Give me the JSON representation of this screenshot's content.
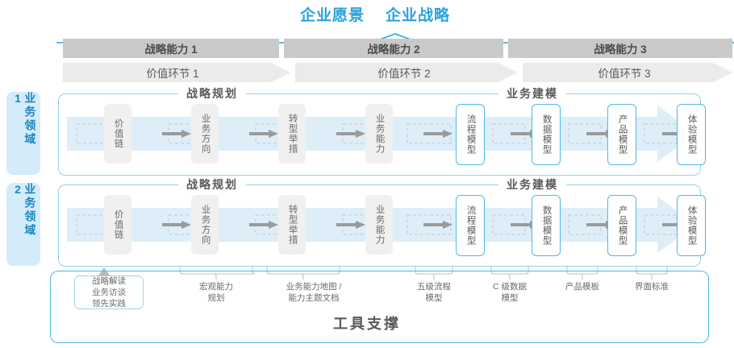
{
  "header": {
    "titles": [
      "企业愿景",
      "企业战略"
    ],
    "accent_color": "#29a3dc"
  },
  "capability_bar": {
    "bar_color": "#c9c9c9",
    "items": [
      {
        "label": "战略能力 1"
      },
      {
        "label": "战略能力 2"
      },
      {
        "label": "战略能力 3"
      }
    ]
  },
  "value_bar": {
    "bar_color": "#ebebeb",
    "items": [
      {
        "label": "价值环节 1"
      },
      {
        "label": "价值环节 2"
      },
      {
        "label": "价值环节 3"
      }
    ]
  },
  "side_labels": [
    {
      "label": "业务领域 1"
    },
    {
      "label": "业务领域 2"
    }
  ],
  "sections": {
    "planning_title": "战略规划",
    "modeling_title": "业务建模"
  },
  "rows": [
    {
      "planning_nodes": [
        "价值链",
        "业务方向",
        "转型举措",
        "业务能力"
      ],
      "modeling_nodes": [
        "流程模型",
        "数据模型",
        "产品模型",
        "体验模型"
      ]
    },
    {
      "planning_nodes": [
        "价值链",
        "业务方向",
        "转型举措",
        "业务能力"
      ],
      "modeling_nodes": [
        "流程模型",
        "数据模型",
        "产品模型",
        "体验模型"
      ]
    }
  ],
  "tool_support": {
    "title": "工具支撑",
    "highlight_box": [
      "战略解读",
      "业务访谈",
      "领先实践"
    ],
    "labels": [
      "宏观能力\n规划",
      "业务能力地图 /\n能力主题文档",
      "五级流程\n模型",
      "C 级数据\n模型",
      "产品模板",
      "界面标准"
    ]
  },
  "colors": {
    "blue_border": "#4db8e8",
    "blue_fill": "#d4ecfa",
    "band_arrow": "#ddeef8",
    "node_gray": "#f0f0f0"
  }
}
